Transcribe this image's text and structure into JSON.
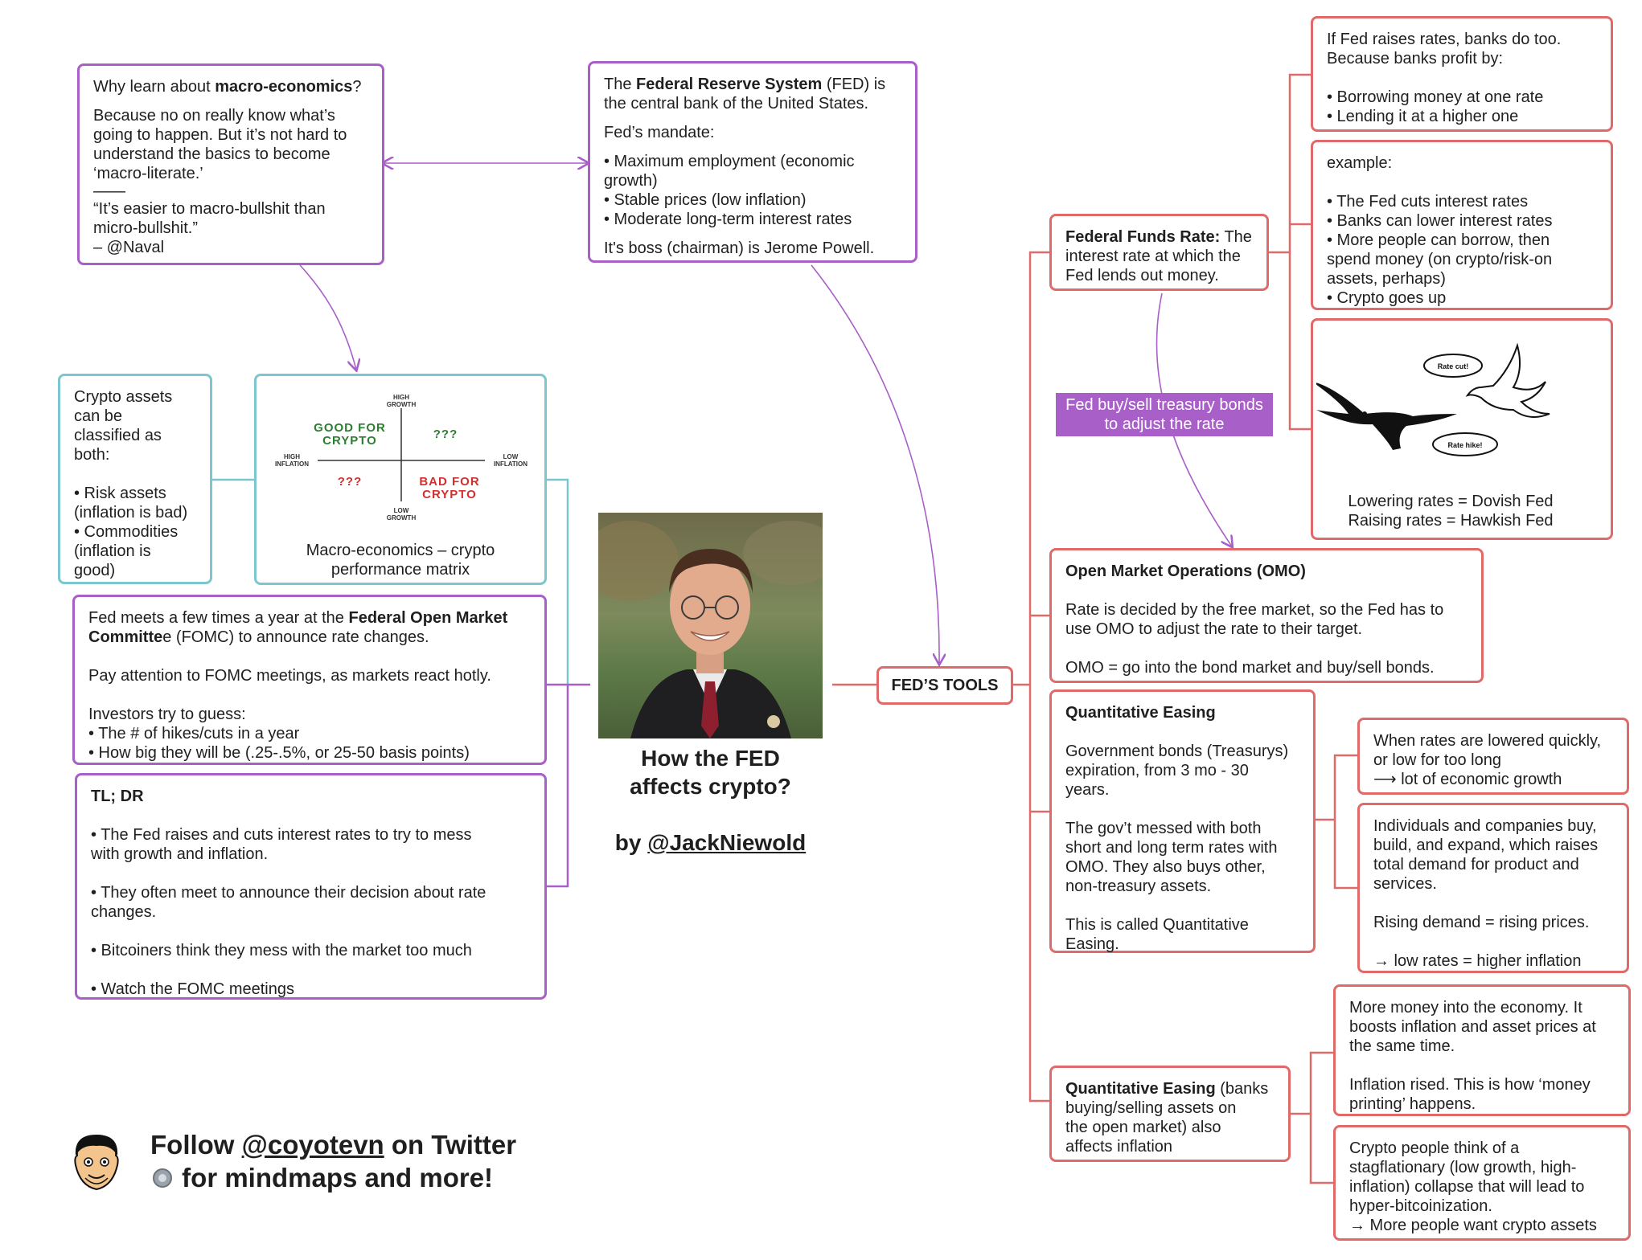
{
  "colors": {
    "purple": "#a85fc7",
    "teal": "#7cc6cf",
    "red": "#e06a6a",
    "good": "#2e7d32",
    "bad": "#d32f2f"
  },
  "macro": {
    "q_pre": "Why learn about ",
    "q_bold": "macro-economics",
    "q_post": "?",
    "l1": "Because no on really know what’s",
    "l2": "going to happen. But it’s not hard to",
    "l3": "understand the basics to become",
    "l4": "‘macro-literate.’",
    "dash": "——",
    "quote1": "“It’s easier to macro-bullshit than",
    "quote2": "micro-bullshit.”",
    "author": "– @Naval"
  },
  "fed_system": {
    "pre": "The ",
    "bold": "Federal Reserve System",
    "post": " (FED) is",
    "l2": "the central bank of the United States.",
    "mandate": "Fed’s mandate:",
    "b1a": "• Maximum employment (economic",
    "b1b": "growth)",
    "b2": "• Stable prices (low inflation)",
    "b3": "• Moderate long-term interest rates",
    "boss": "It's boss (chairman) is Jerome Powell."
  },
  "crypto_assets": {
    "l1": "Crypto assets",
    "l2": "can be",
    "l3": "classified as",
    "l4": "both:",
    "b1a": "• Risk assets",
    "b1b": "(inflation is bad)",
    "b2a": "• Commodities",
    "b2b": "(inflation is",
    "b2c": "good)"
  },
  "matrix": {
    "high_growth_1": "HIGH",
    "high_growth_2": "GROWTH",
    "low_growth_1": "LOW",
    "low_growth_2": "GROWTH",
    "high_inflation_1": "HIGH",
    "high_inflation_2": "INFLATION",
    "low_inflation_1": "LOW",
    "low_inflation_2": "INFLATION",
    "good_1": "GOOD FOR",
    "good_2": "CRYPTO",
    "bad_1": "BAD FOR",
    "bad_2": "CRYPTO",
    "q_top": "???",
    "q_bottom": "???",
    "caption_1": "Macro-economics – crypto",
    "caption_2": "performance matrix"
  },
  "fomc": {
    "pre": "Fed meets a few times a year at the ",
    "bold1": "Federal Open Market",
    "bold2": "Committe",
    "post": "e (FOMC) to announce rate changes.",
    "attention": "Pay attention to FOMC meetings, as markets react hotly.",
    "investors": "Investors try to guess:",
    "b1": "• The # of hikes/cuts in a year",
    "b2": "• How big they will be (.25-.5%, or 25-50 basis points)"
  },
  "tldr": {
    "title": "TL; DR",
    "b1a": "• The Fed raises and cuts interest rates to try to mess",
    "b1b": "with growth and inflation.",
    "b2a": "• They often meet to announce their decision about rate",
    "b2b": "changes.",
    "b3": "• Bitcoiners think they mess with the market too much",
    "b4": "• Watch the FOMC meetings"
  },
  "center": {
    "title_1": "How the FED",
    "title_2": "affects crypto?",
    "by": "by ",
    "handle": "@JackNiewold"
  },
  "tools_label": "FED’S TOOLS",
  "ffr": {
    "bold": "Federal Funds Rate:",
    "post": " The",
    "l2": "interest rate at which the",
    "l3": "Fed lends out money."
  },
  "pill": {
    "l1": "Fed buy/sell treasury bonds",
    "l2": "to adjust the rate"
  },
  "banks": {
    "l1": "If Fed raises rates, banks do too.",
    "l2": "Because banks profit by:",
    "b1": "• Borrowing money at one rate",
    "b2": "• Lending it at a higher one"
  },
  "example": {
    "title": "example:",
    "b1": "• The Fed cuts interest rates",
    "b2": "• Banks can lower interest rates",
    "b3a": "• More people can borrow, then",
    "b3b": "spend money (on crypto/risk-on",
    "b3c": "assets, perhaps)",
    "b4": "• Crypto goes up"
  },
  "birds": {
    "bubble_cut": "Rate cut!",
    "bubble_hike": "Rate hike!",
    "l1": "Lowering rates = Dovish Fed",
    "l2": "Raising rates = Hawkish Fed"
  },
  "omo": {
    "title": "Open Market Operations (OMO)",
    "l1": "Rate is decided by the free market, so the Fed has to",
    "l2": "use OMO to adjust the rate to their target.",
    "l3": "OMO = go into the bond market and buy/sell bonds."
  },
  "qe": {
    "title": "Quantitative Easing",
    "l1": "Government bonds (Treasurys)",
    "l2": "expiration, from 3 mo - 30",
    "l3": "years.",
    "l4": "The gov’t messed with both",
    "l5": "short and long term rates with",
    "l6": "OMO. They also buys other,",
    "l7": "non-treasury assets.",
    "l8": "This is called Quantitative",
    "l9": "Easing."
  },
  "rates_lowered": {
    "l1": "When rates are lowered quickly,",
    "l2": "or low for too long",
    "l3": "⟶ lot of economic growth"
  },
  "demand": {
    "l1": "Individuals and companies buy,",
    "l2": "build, and expand, which raises",
    "l3": "total demand for product and",
    "l4": "services.",
    "l5": "Rising demand = rising prices.",
    "l6": "→ low rates = higher inflation"
  },
  "qe2": {
    "bold": "Quantitative Easing",
    "post": " (banks",
    "l2": "buying/selling assets on",
    "l3": "the open market) also",
    "l4": "affects inflation"
  },
  "money": {
    "l1": "More money into the economy. It",
    "l2": "boosts inflation and asset prices at",
    "l3": "the same time.",
    "l4": "Inflation rised. This is how ‘money",
    "l5": "printing’ happens."
  },
  "stag": {
    "l1": "Crypto people think of a",
    "l2": "stagflationary (low growth, high-",
    "l3": "inflation) collapse that will lead to",
    "l4": "hyper-bitcoinization.",
    "l5": "→ More people want crypto assets"
  },
  "follow": {
    "pre": "Follow ",
    "handle": "@coyotevn",
    "post": " on Twitter",
    "l2": " for mindmaps and more!"
  }
}
